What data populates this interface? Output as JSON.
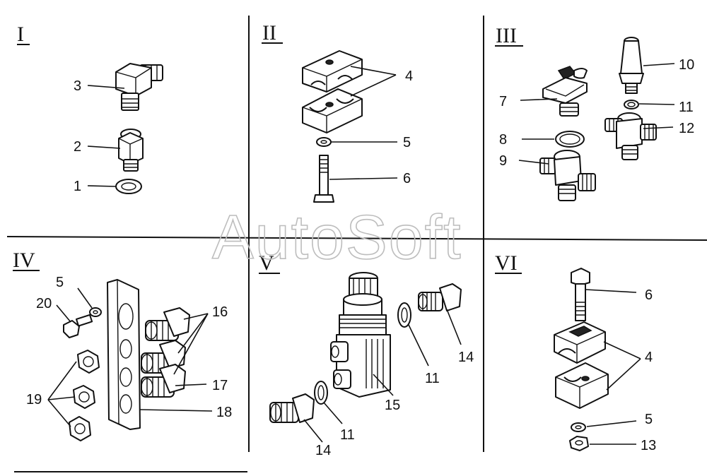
{
  "watermark": "AutoSoft",
  "sections": [
    {
      "id": "I",
      "label": "I"
    },
    {
      "id": "II",
      "label": "II"
    },
    {
      "id": "III",
      "label": "III"
    },
    {
      "id": "IV",
      "label": "IV"
    },
    {
      "id": "V",
      "label": "V"
    },
    {
      "id": "VI",
      "label": "VI"
    }
  ],
  "callouts": {
    "s1": [
      "3",
      "2",
      "1"
    ],
    "s2": [
      "4",
      "5",
      "6"
    ],
    "s3": [
      "10",
      "7",
      "11",
      "8",
      "12",
      "9"
    ],
    "s4": [
      "5",
      "20",
      "16",
      "17",
      "19",
      "18"
    ],
    "s5": [
      "14",
      "11",
      "15",
      "11",
      "14"
    ],
    "s6": [
      "6",
      "4",
      "5",
      "13"
    ]
  }
}
